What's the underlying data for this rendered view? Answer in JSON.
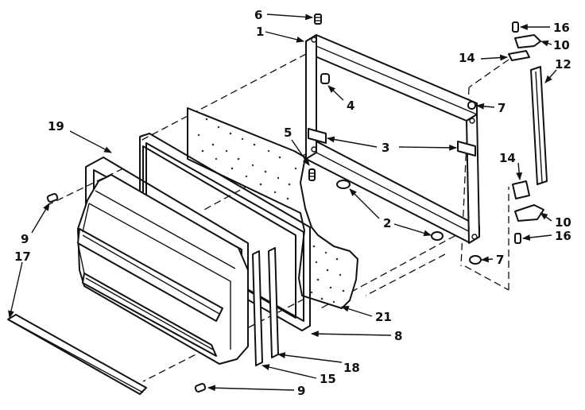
{
  "diagram": {
    "type": "exploded parts view",
    "callouts": [
      {
        "key": "c6",
        "text": "6"
      },
      {
        "key": "c1",
        "text": "1"
      },
      {
        "key": "c4",
        "text": "4"
      },
      {
        "key": "c5",
        "text": "5"
      },
      {
        "key": "c3",
        "text": "3"
      },
      {
        "key": "c2",
        "text": "2"
      },
      {
        "key": "c7a",
        "text": "7"
      },
      {
        "key": "c7b",
        "text": "7"
      },
      {
        "key": "c16a",
        "text": "16"
      },
      {
        "key": "c10a",
        "text": "10"
      },
      {
        "key": "c14a",
        "text": "14"
      },
      {
        "key": "c12",
        "text": "12"
      },
      {
        "key": "c14b",
        "text": "14"
      },
      {
        "key": "c10b",
        "text": "10"
      },
      {
        "key": "c16b",
        "text": "16"
      },
      {
        "key": "c19",
        "text": "19"
      },
      {
        "key": "c9a",
        "text": "9"
      },
      {
        "key": "c17",
        "text": "17"
      },
      {
        "key": "c21",
        "text": "21"
      },
      {
        "key": "c8",
        "text": "8"
      },
      {
        "key": "c18",
        "text": "18"
      },
      {
        "key": "c15",
        "text": "15"
      },
      {
        "key": "c9b",
        "text": "9"
      }
    ]
  }
}
